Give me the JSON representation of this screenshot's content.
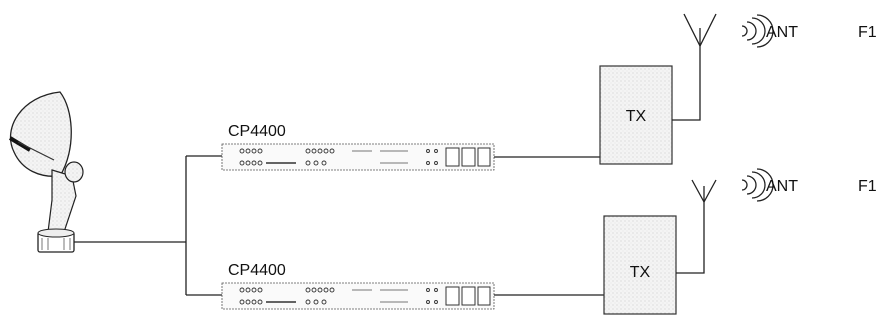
{
  "diagram": {
    "receivers": [
      {
        "label": "CP4400"
      },
      {
        "label": "CP4400"
      }
    ],
    "transmitters": [
      {
        "label": "TX",
        "antenna_label": "ANT",
        "frequency_label": "F1"
      },
      {
        "label": "TX",
        "antenna_label": "ANT",
        "frequency_label": "F1"
      }
    ]
  }
}
